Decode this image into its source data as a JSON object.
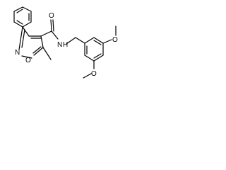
{
  "structure": {
    "atom_labels": {
      "carbonyl_oxygen": "O",
      "amide_nitrogen": "N",
      "amide_hydrogen": "H",
      "ring_nitrogen": "N",
      "ring_oxygen": "O",
      "upper_methoxy_oxygen": "O",
      "lower_methoxy_oxygen": "O"
    }
  }
}
